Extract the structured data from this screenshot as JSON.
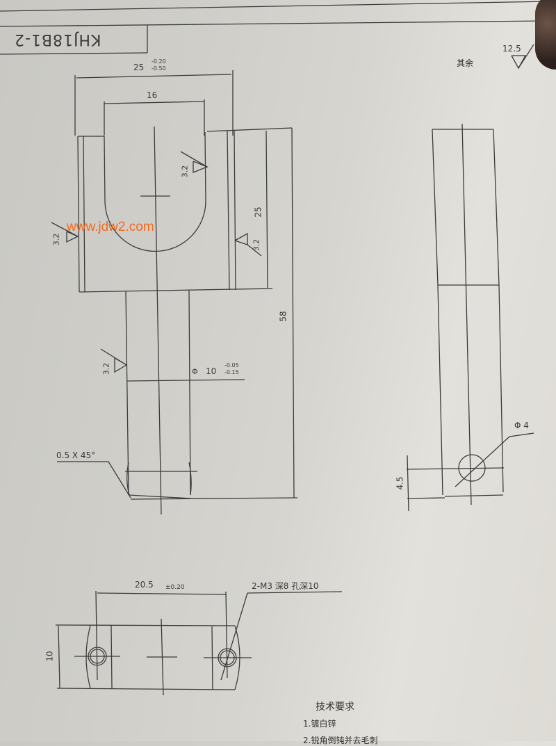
{
  "title_block": {
    "drawing_number": "KHJ18B1-2"
  },
  "surface_finish": {
    "general_label": "其余",
    "general_value": "12.5"
  },
  "front_view": {
    "width_dim": "25",
    "width_tol_upper": "-0.20",
    "width_tol_lower": "-0.50",
    "slot_width_dim": "16",
    "slot_depth_dim": "25",
    "overall_length_dim": "58",
    "shaft_dia_symbol": "Φ",
    "shaft_dia_dim": "10",
    "shaft_tol_upper": "-0.05",
    "shaft_tol_lower": "-0.15",
    "chamfer": "0.5 X 45°",
    "roughness_slot": "3.2",
    "roughness_left": "3.2",
    "roughness_right": "3.2",
    "roughness_shaft": "3.2"
  },
  "side_view": {
    "hole_dia": "Φ 4",
    "hole_offset": "4.5"
  },
  "bottom_view": {
    "spacing_dim": "20.5",
    "spacing_tol": "±0.20",
    "thread_callout": "2-M3 深8 孔深10",
    "height_dim": "10"
  },
  "watermark": "www.jdw2.com",
  "technical_requirements": {
    "title": "技术要求",
    "items": [
      "1.镀白锌",
      "2.锐角倒钝并去毛刺"
    ]
  }
}
